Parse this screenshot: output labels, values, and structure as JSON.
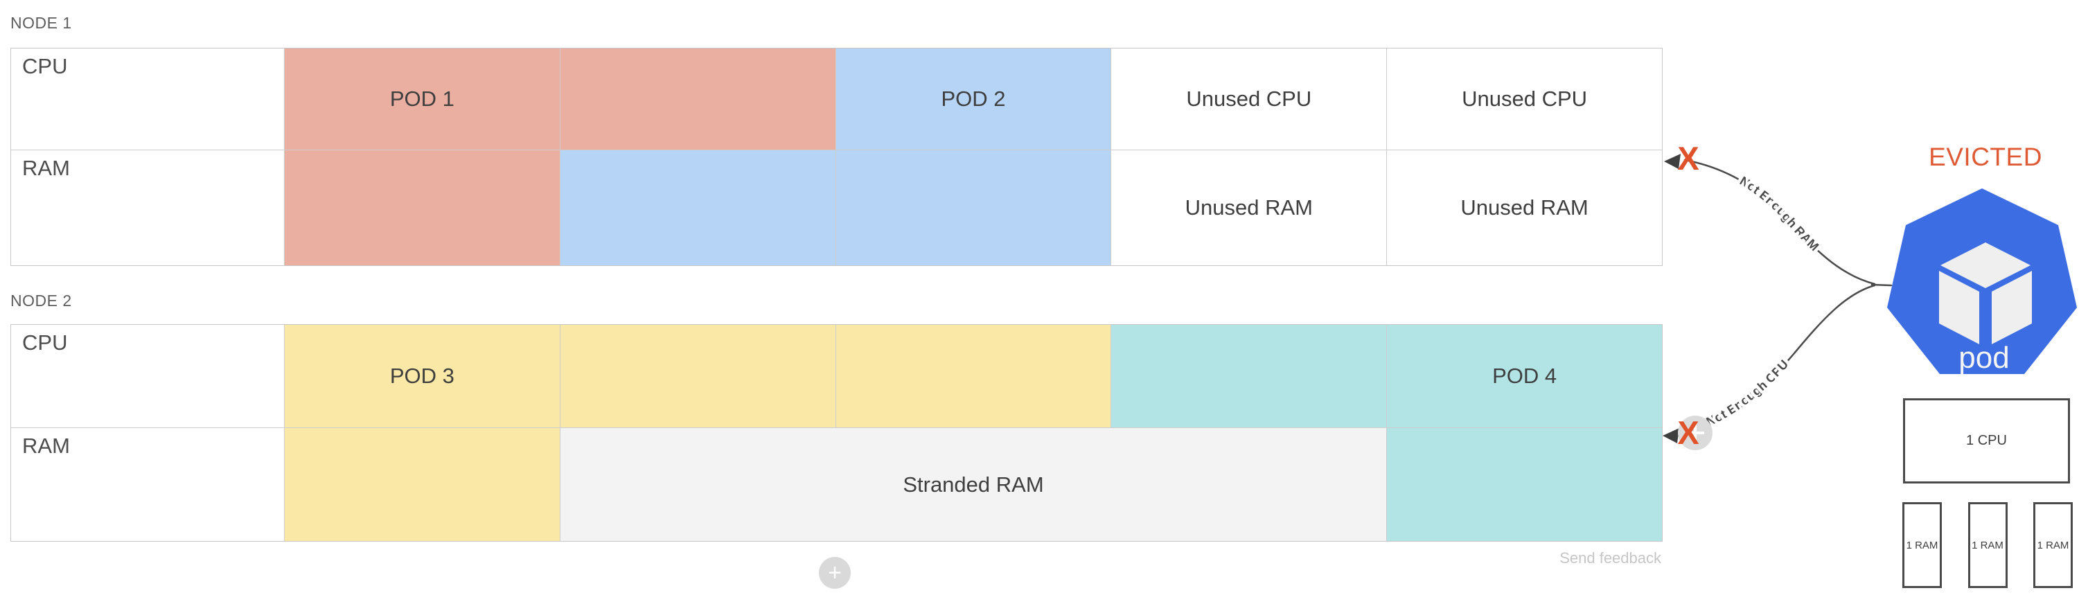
{
  "palette": {
    "pod1": "#EAAFA0",
    "pod2": "#B5D4F6",
    "pod3": "#F9E8A6",
    "pod4": "#B2E4E6",
    "stranded": "#F3F3F3",
    "unused": "#FFFFFF",
    "evicted_orange": "#DF5B35",
    "pod_blue": "#3D6DE3",
    "curve_gray": "#4B4B4B"
  },
  "nodes": [
    {
      "label": "NODE 1",
      "rows": [
        {
          "header": "CPU",
          "cells": [
            {
              "text": "POD 1",
              "color": "pod1",
              "units": 1
            },
            {
              "text": "",
              "color": "pod1",
              "units": 1
            },
            {
              "text": "POD 2",
              "color": "pod2",
              "units": 1
            },
            {
              "text": "Unused CPU",
              "color": "unused",
              "units": 1
            },
            {
              "text": "Unused CPU",
              "color": "unused",
              "units": 1
            }
          ]
        },
        {
          "header": "RAM",
          "cells": [
            {
              "text": "",
              "color": "pod1",
              "units": 1
            },
            {
              "text": "",
              "color": "pod2",
              "units": 1
            },
            {
              "text": "",
              "color": "pod2",
              "units": 1
            },
            {
              "text": "Unused RAM",
              "color": "unused",
              "units": 1
            },
            {
              "text": "Unused RAM",
              "color": "unused",
              "units": 1
            }
          ]
        }
      ]
    },
    {
      "label": "NODE 2",
      "rows": [
        {
          "header": "CPU",
          "cells": [
            {
              "text": "POD 3",
              "color": "pod3",
              "units": 1
            },
            {
              "text": "",
              "color": "pod3",
              "units": 1
            },
            {
              "text": "",
              "color": "pod3",
              "units": 1
            },
            {
              "text": "",
              "color": "pod4",
              "units": 1
            },
            {
              "text": "POD 4",
              "color": "pod4",
              "units": 1
            }
          ]
        },
        {
          "header": "RAM",
          "cells": [
            {
              "text": "",
              "color": "pod3",
              "units": 1
            },
            {
              "text": "Stranded RAM",
              "color": "stranded",
              "units": 3
            },
            {
              "text": "",
              "color": "pod4",
              "units": 1
            }
          ]
        }
      ]
    }
  ],
  "evicted": {
    "status_label": "EVICTED",
    "pod_label": "pod",
    "annotation_ram": "Not Enough RAM",
    "annotation_cpu": "Not Enough CPU",
    "reject_mark": "X"
  },
  "resources": {
    "cpu_box": "1 CPU",
    "ram_boxes": [
      "1 RAM",
      "1 RAM",
      "1 RAM"
    ]
  },
  "footer": {
    "feedback_label": "Send feedback",
    "add_button": "+"
  }
}
